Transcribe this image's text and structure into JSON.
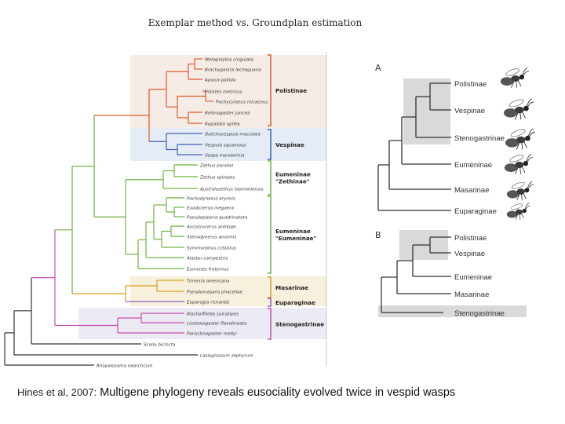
{
  "slide": {
    "title": "Exemplar method vs. Groundplan estimation",
    "caption_citation": "Hines et al, 2007:",
    "caption_text": "Multigene phylogeny reveals eusociality evolved twice in vespid wasps"
  },
  "left_tree": {
    "taxa": [
      "Metapolybia cingulata",
      "Brachygastra lecheguana",
      "Apoica pallida",
      "Polistes metricus",
      "Pachycylaeus micaceus",
      "Belonogaster juncea",
      "Ropalidia opifex",
      "Dolichovespula maculata",
      "Vespula squamosa",
      "Vespa mandarinia",
      "Zethus parallel",
      "Zethus spinipes",
      "Australozethus tasmaniensis",
      "Pachodynerus erynnis",
      "Euodynerus megaera",
      "Pseudepipona quadrinotata",
      "Ancistrocerus antilope",
      "Stenodynerus anormis",
      "Symmorphus cristatus",
      "Alastor campestris",
      "Eumenes fraternus",
      "Trimeria americana",
      "Pseudomasaris phaceliae",
      "Euparagia richardsi",
      "Bischoffitella sulcatipes",
      "Liostenogaster flavolineata",
      "Parischnogaster mellyi",
      "Scolia bicincta",
      "Lasioglossum zephyrum",
      "Rhopalosoma nearcticum"
    ],
    "groups": [
      {
        "label": "Polistinae",
        "color": "#e05a2b"
      },
      {
        "label": "Vespinae",
        "color": "#3b62b5"
      },
      {
        "label": "Eumeninae \"Zethinae\"",
        "color": "#6db33f"
      },
      {
        "label": "Eumeninae \"Eumeninae\"",
        "color": "#6db33f"
      },
      {
        "label": "Masarinae",
        "color": "#d9a21c"
      },
      {
        "label": "Euparaginae",
        "color": "#8b5cc2"
      },
      {
        "label": "Stenogastrinae",
        "color": "#c94fb0"
      }
    ]
  },
  "right_tree": {
    "panel_a_label": "A",
    "panel_b_label": "B",
    "panel_a_taxa": [
      "Polistinae",
      "Vespinae",
      "Stenogastrinae",
      "Eumeninae",
      "Masarinae",
      "Euparaginae"
    ],
    "panel_b_taxa": [
      "Polistinae",
      "Vespinae",
      "Eumeninae",
      "Masarinae",
      "Stenogastrinae"
    ],
    "highlight_color": "#d9d9d9"
  }
}
